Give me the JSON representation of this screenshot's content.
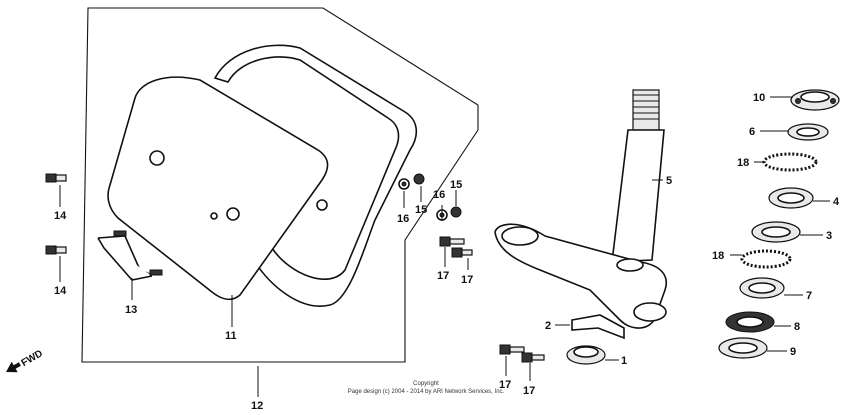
{
  "labels": {
    "p1": "1",
    "p2": "2",
    "p3": "3",
    "p4": "4",
    "p5": "5",
    "p6": "6",
    "p7": "7",
    "p8": "8",
    "p9": "9",
    "p10": "10",
    "p11": "11",
    "p12": "12",
    "p13": "13",
    "p14a": "14",
    "p14b": "14",
    "p15a": "15",
    "p15b": "15",
    "p16a": "16",
    "p16b": "16",
    "p17a": "17",
    "p17b": "17",
    "p17c": "17",
    "p17d": "17",
    "p18a": "18",
    "p18b": "18"
  },
  "fwd": "FWD",
  "copyright": {
    "line1": "Copyright",
    "line2": "Page design (c) 2004 - 2014 by ARI Network Services, Inc."
  }
}
